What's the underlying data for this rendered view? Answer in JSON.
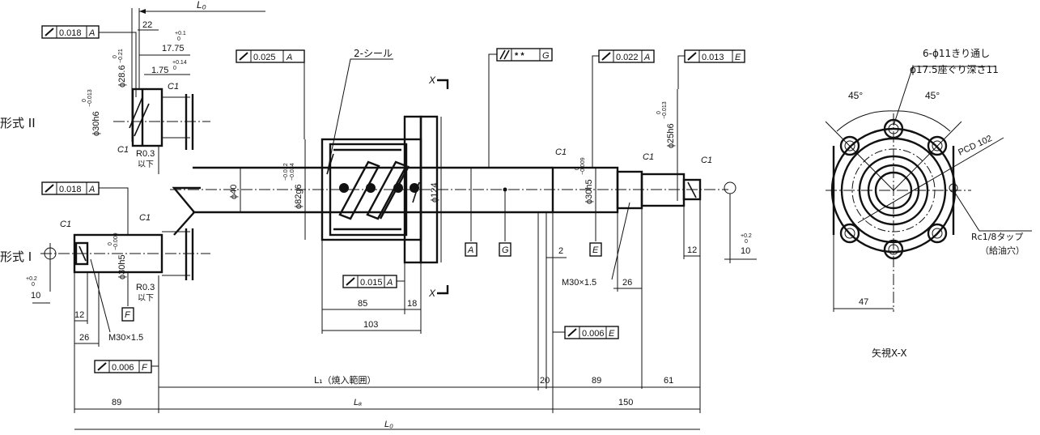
{
  "lo_top": "L₀",
  "mounting_types": {
    "type2": "形式 II",
    "type1": "形式 I"
  },
  "gdt": {
    "type2_runout": {
      "value": "0.018",
      "datum": "A"
    },
    "type1_runout": {
      "value": "0.018",
      "datum": "A"
    },
    "flange_runout": {
      "value": "0.025",
      "datum": "A"
    },
    "parallel": {
      "value": "* *",
      "datum": "G"
    },
    "journal_runout_1": {
      "value": "0.022",
      "datum": "A"
    },
    "journal_runout_2": {
      "value": "0.013",
      "datum": "E"
    },
    "nut_face_runout": {
      "value": "0.015",
      "datum": "A"
    },
    "shoulder_runout": {
      "value": "0.006",
      "datum": "E"
    },
    "type1_shoulder_runout": {
      "value": "0.006",
      "datum": "F"
    }
  },
  "datums": {
    "a": "A",
    "g": "G",
    "e": "E",
    "f": "F"
  },
  "labels": {
    "seal": "2-シール",
    "view_x": "X",
    "view_caption": "矢視X-X",
    "bolt_holes_1": "6-ϕ11きり通し",
    "bolt_holes_2": "ϕ17.5座ぐり深さ11",
    "pcd": "PCD 102",
    "tap_1": "Rc1/8タップ",
    "tap_2": "（給油穴）",
    "angle_1": "45°",
    "angle_2": "45°",
    "dim_47": "47"
  },
  "dims": {
    "d22": "22",
    "d1775": "17.75",
    "d1775_tol": "+0.1",
    "d1775_tol0": "0",
    "d175": "1.75",
    "d175_tol": "+0.14",
    "d175_tol0": "0",
    "phi286": "ϕ28.6",
    "phi286_tol0": "0",
    "phi286_tol": "−0.21",
    "phi30h6": "ϕ30h6",
    "phi30h6_tol0": "0",
    "phi30h6_tol": "−0.013",
    "c1": "C1",
    "r03": "R0.3",
    "ika": "以下",
    "phi40": "ϕ40",
    "phi82g6": "ϕ82g6",
    "phi82g6_tol1": "−0.012",
    "phi82g6_tol2": "−0.034",
    "phi124": "ϕ124",
    "phi30h5": "ϕ30h5",
    "phi30h5_tol0": "0",
    "phi30h5_tol": "−0.009",
    "phi25h6": "ϕ25h6",
    "phi25h6_tol0": "0",
    "phi25h6_tol": "−0.013",
    "d85": "85",
    "d18": "18",
    "d103": "103",
    "d2": "2",
    "m30": "M30×1.5",
    "d26": "26",
    "d12": "12",
    "d10": "10",
    "d10_tol": "+0.2",
    "d10_tol0": "0",
    "l1": "L₁（焼入範囲）",
    "d20": "20",
    "d89": "89",
    "d61": "61",
    "la": "Lₐ",
    "d150": "150",
    "lo": "L₀"
  }
}
